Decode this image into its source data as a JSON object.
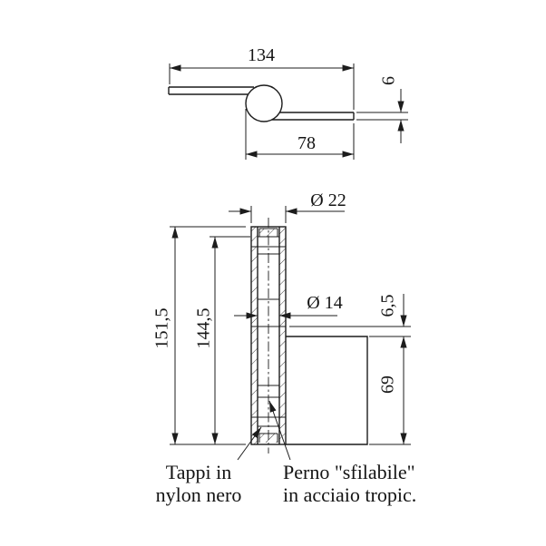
{
  "drawing": {
    "kind": "hinge-technical-drawing"
  },
  "view_top": {
    "dim_width_total": "134",
    "dim_thickness": "6",
    "dim_leaf_length": "78"
  },
  "view_front": {
    "dim_barrel_diameter": "Ø 22",
    "dim_pin_diameter": "Ø 14",
    "dim_total_height": "151,5",
    "dim_barrel_height": "144,5",
    "dim_top_gap": "6,5",
    "dim_leaf_height": "69"
  },
  "labels": {
    "cap_line1": "Tappi in",
    "cap_line2": "nylon nero",
    "pin_line1": "Perno \"sfilabile\"",
    "pin_line2": "in acciaio tropic."
  },
  "colors": {
    "line": "#1c1c1c",
    "background": "#ffffff"
  }
}
